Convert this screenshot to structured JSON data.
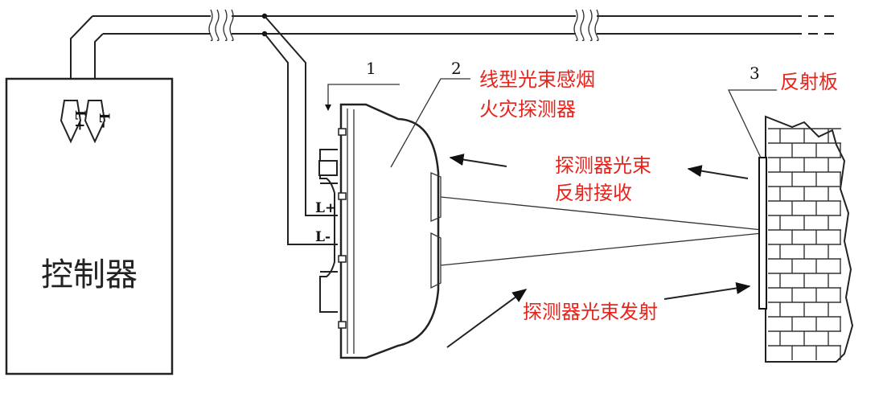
{
  "controller": {
    "label": "控制器"
  },
  "terminals": {
    "controller_pos": "L+",
    "controller_neg": "L-",
    "detector_pos": "L+",
    "detector_neg": "L-"
  },
  "callouts": {
    "n1": "1",
    "n2": "2",
    "n3": "3"
  },
  "labels": {
    "detector_line1": "线型光束感烟",
    "detector_line2": "火灾探测器",
    "reflector": "反射板",
    "receive_line1": "探测器光束",
    "receive_line2": "反射接收",
    "emit": "探测器光束发射"
  },
  "colors": {
    "label_red": "#e8231b",
    "line": "#222222",
    "brick": "#333333"
  }
}
